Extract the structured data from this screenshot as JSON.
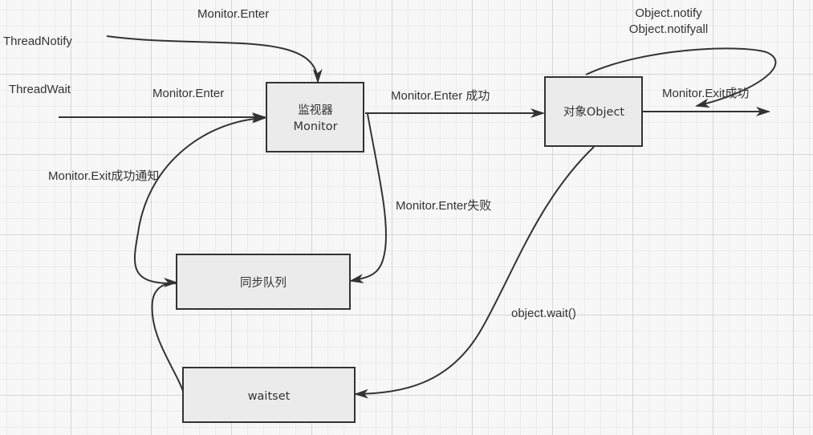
{
  "nodes": {
    "monitor": {
      "line1": "监视器",
      "line2": "Monitor"
    },
    "object": {
      "label": "对象Object"
    },
    "sync_queue": {
      "label": "同步队列"
    },
    "waitset": {
      "label": "waitset"
    }
  },
  "edges": {
    "thread_notify": {
      "label": "ThreadNotify",
      "enter_label": "Monitor.Enter"
    },
    "thread_wait": {
      "label": "ThreadWait",
      "enter_label": "Monitor.Enter"
    },
    "enter_success": {
      "label": "Monitor.Enter 成功"
    },
    "enter_fail": {
      "label": "Monitor.Enter失败"
    },
    "exit_success": {
      "label": "Monitor.Exit成功"
    },
    "exit_notify": {
      "label": "Monitor.Exit成功通知"
    },
    "object_wait": {
      "label": "object.wait()"
    },
    "notify": {
      "line1": "Object.notify",
      "line2": "Object.notifyall"
    }
  }
}
